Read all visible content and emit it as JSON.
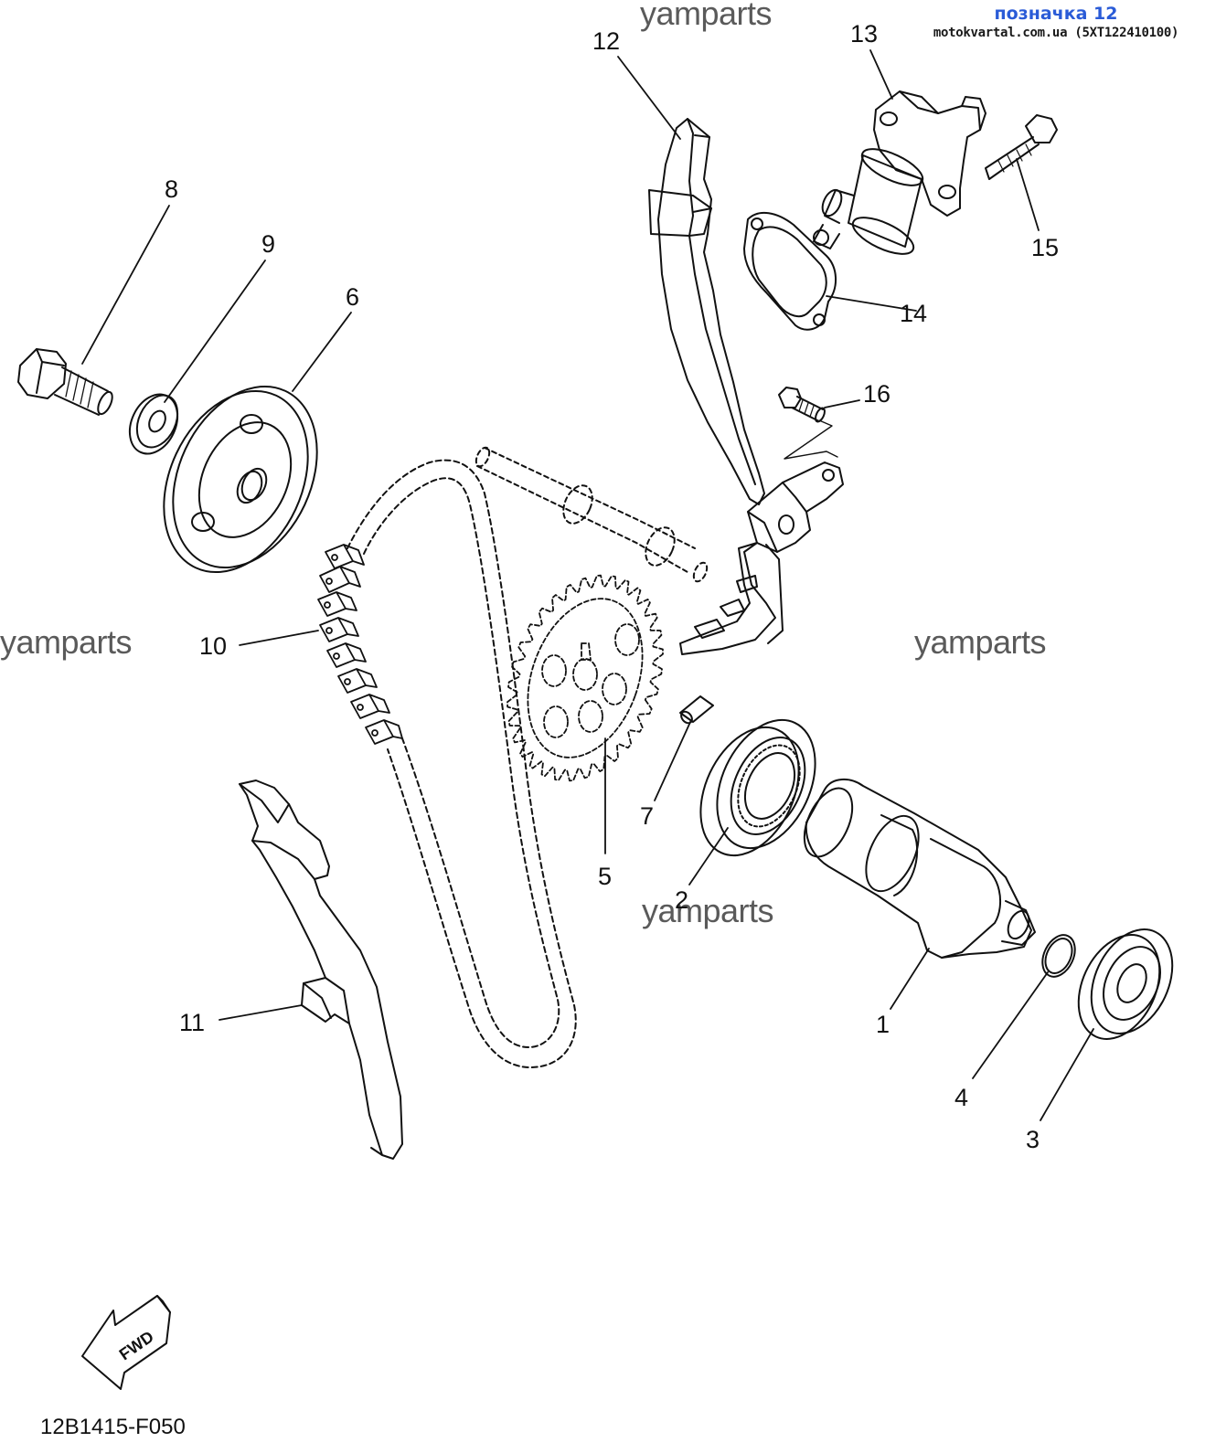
{
  "header": {
    "title": "позначка 12",
    "subtitle": "motokvartal.com.ua (5XT122410100)"
  },
  "watermark": "yamparts",
  "diagram_code": "12B1415-F050",
  "fwd_label": "FWD",
  "callouts": {
    "p1": "1",
    "p2": "2",
    "p3": "3",
    "p4": "4",
    "p5": "5",
    "p6": "6",
    "p7": "7",
    "p8": "8",
    "p9": "9",
    "p10": "10",
    "p11": "11",
    "p12": "12",
    "p13": "13",
    "p14": "14",
    "p15": "15",
    "p16": "16"
  },
  "colors": {
    "title": "#2a5bd7",
    "line": "#111111",
    "watermark": "#5a5a5a"
  }
}
